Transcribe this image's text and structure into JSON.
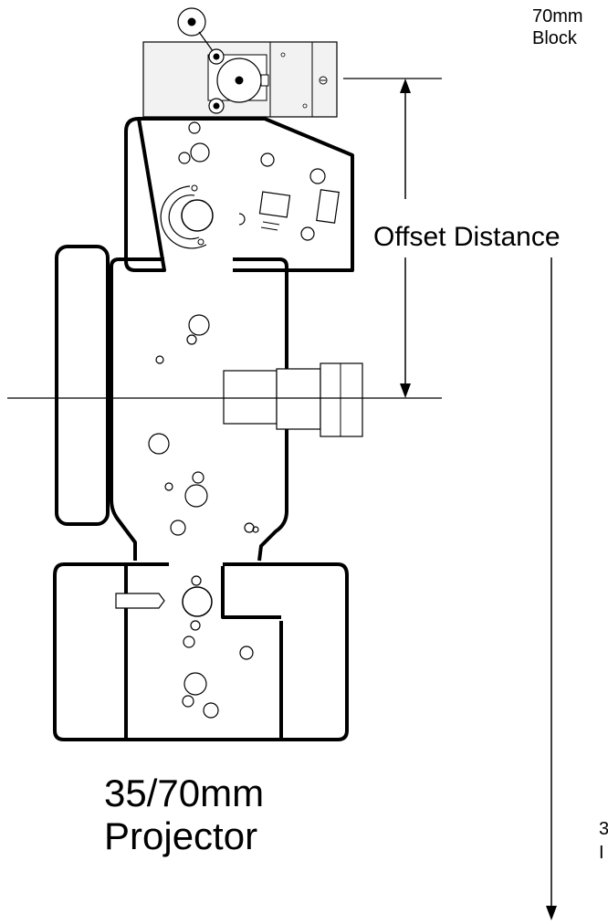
{
  "labels": {
    "block_top_line1": "70mm",
    "block_top_line2": "Block",
    "offset": "Offset  Distance",
    "projector_line1": "35/70mm",
    "projector_line2": "Projector",
    "bottom_right_line1": "3",
    "bottom_right_line2": "I"
  },
  "colors": {
    "stroke": "#000000",
    "block_fill": "#f2f2f2",
    "background": "#ffffff"
  }
}
